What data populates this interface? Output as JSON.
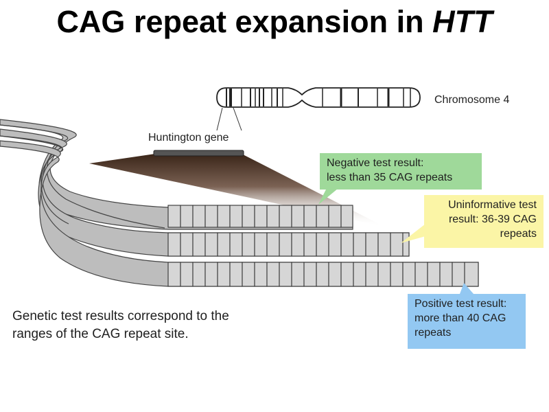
{
  "title": {
    "text": "CAG repeat expansion in ",
    "gene": "HTT"
  },
  "chromosome_label": "Chromosome 4",
  "gene_label": "Huntington gene",
  "results": {
    "negative": {
      "line1": "Negative test result:",
      "line2": "less than 35 CAG repeats",
      "color": "#9fd99a"
    },
    "uninformative": {
      "line1": "Uninformative test",
      "line2": "result: 36-39 CAG",
      "line3": "repeats",
      "color": "#fbf5a6"
    },
    "positive": {
      "line1": "Positive test result:",
      "line2": "more than 40 CAG",
      "line3": "repeats",
      "color": "#93c8f2"
    }
  },
  "caption": {
    "line1": "Genetic test results correspond to the",
    "line2": "ranges of the CAG repeat site."
  }
}
